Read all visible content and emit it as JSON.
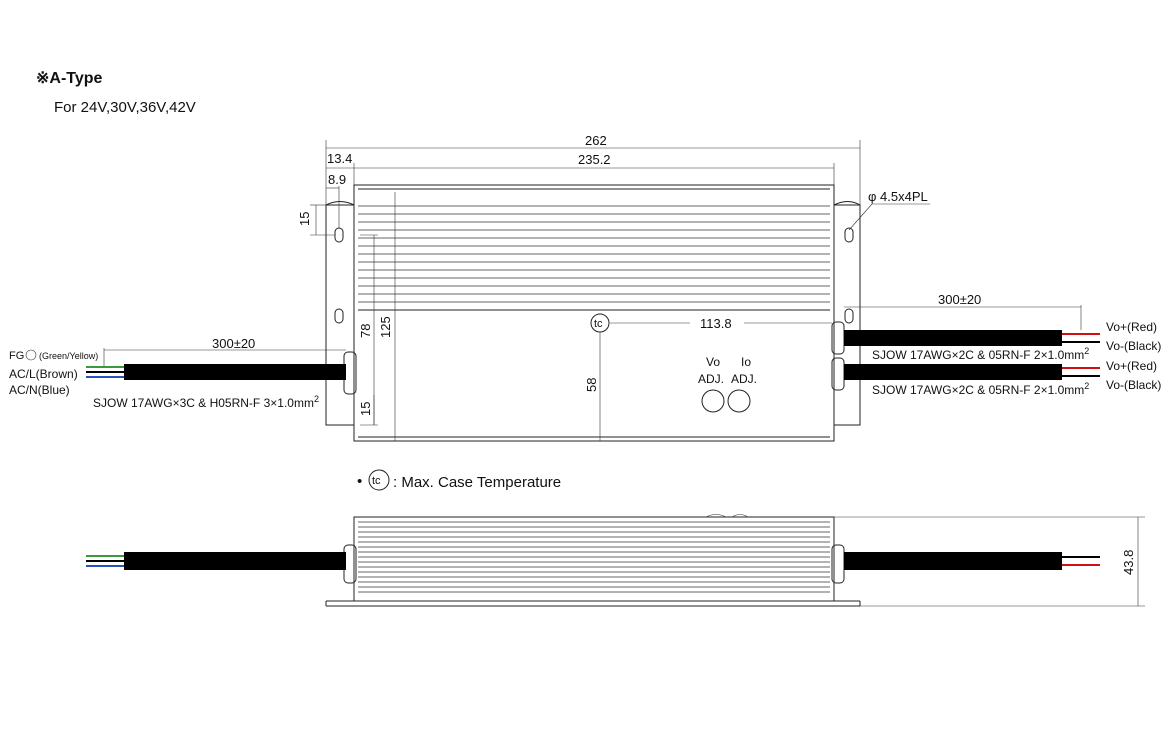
{
  "header": {
    "title": "※A-Type",
    "subtitle": "For 24V,30V,36V,42V"
  },
  "dimensions": {
    "overall_length": "262",
    "body_length": "235.2",
    "flange_offset": "13.4",
    "hole_offset_x": "8.9",
    "hole_offset_y": "15",
    "mount_hole": "φ 4.5x4PL",
    "height_total": "125",
    "height_hole_span": "78",
    "bottom_offset": "15",
    "tc_position_x": "113.8",
    "tc_position_y": "58",
    "side_height": "43.8"
  },
  "input_cable": {
    "length": "300±20",
    "fg_label": "FG",
    "fg_color": "(Green/Yellow)",
    "acl_label": "AC/L(Brown)",
    "acn_label": "AC/N(Blue)",
    "spec": "SJOW 17AWG×3C & H05RN-F 3×1.0mm",
    "spec_sup": "2"
  },
  "output_cables": {
    "length": "300±20",
    "cable1_spec": "SJOW 17AWG×2C & 05RN-F 2×1.0mm",
    "cable2_spec": "SJOW 17AWG×2C & 05RN-F 2×1.0mm",
    "spec_sup": "2",
    "vo_plus_1": "Vo+(Red)",
    "vo_minus_1": "Vo-(Black)",
    "vo_plus_2": "Vo+(Red)",
    "vo_minus_2": "Vo-(Black)"
  },
  "adjusters": {
    "vo_label": "Vo",
    "io_label": "Io",
    "adj_label_1": "ADJ.",
    "adj_label_2": "ADJ."
  },
  "tc_mark": {
    "symbol": "tc",
    "note_bullet": "•",
    "note_text": ": Max. Case Temperature"
  },
  "colors": {
    "line": "#222222",
    "cable": "#000000",
    "green": "#3a9a3a",
    "blue": "#2a4fc0",
    "red": "#d01010"
  }
}
